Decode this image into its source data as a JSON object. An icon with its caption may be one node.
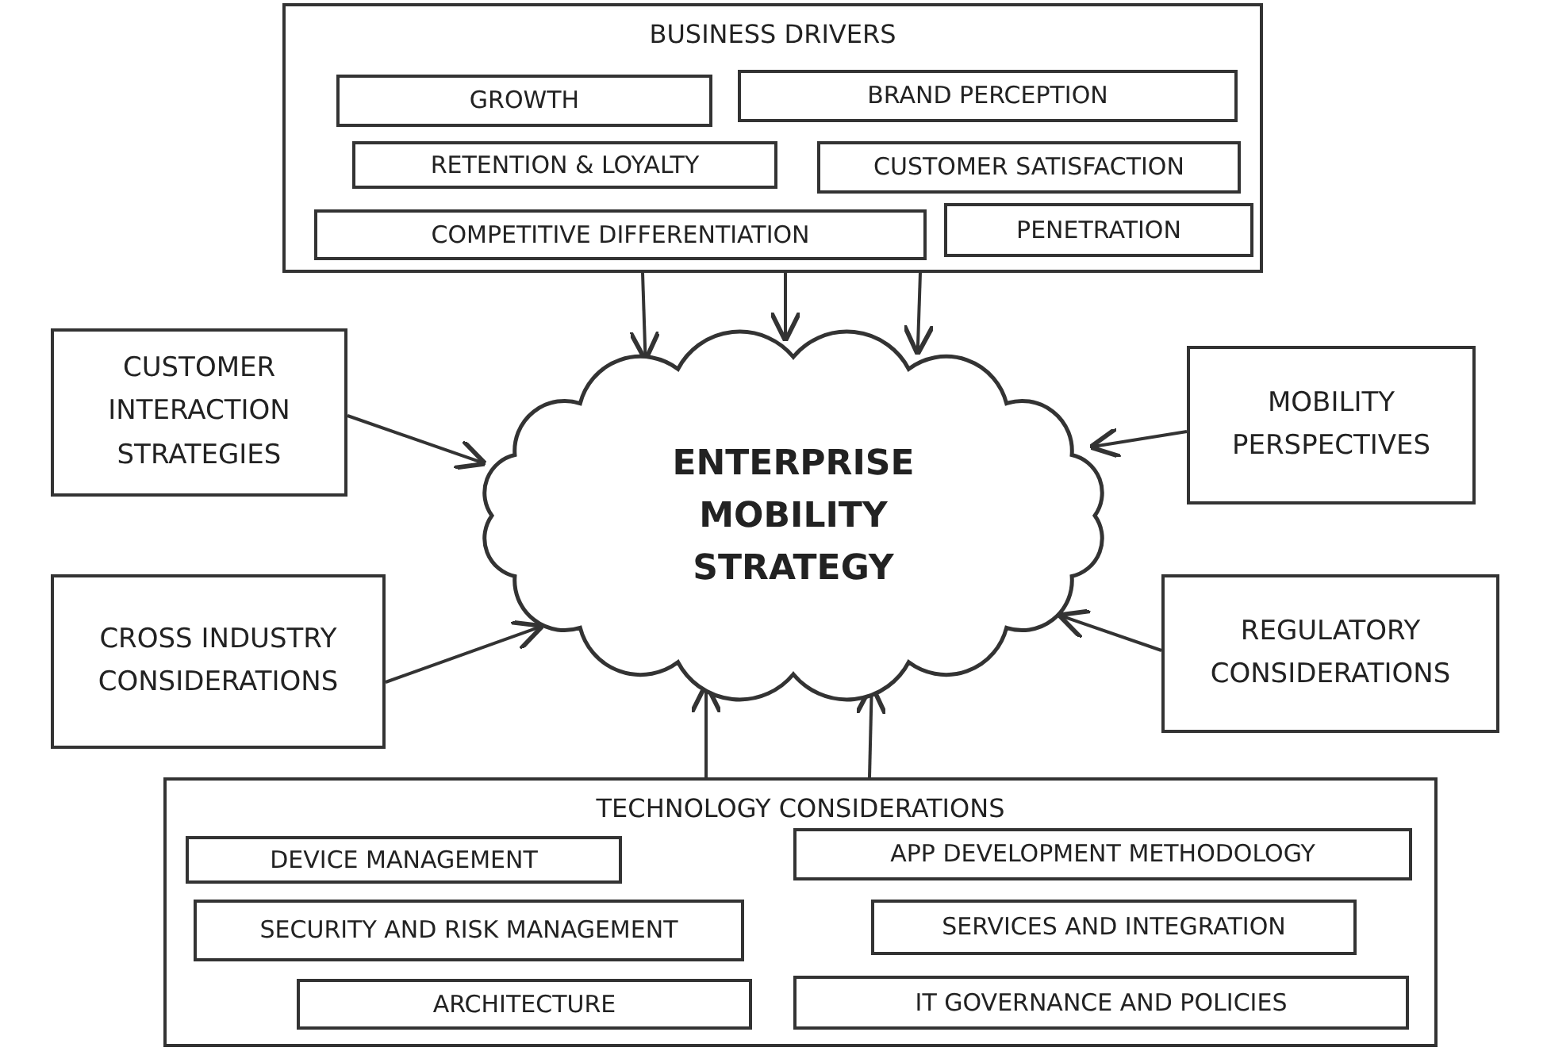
{
  "diagram": {
    "nodes": [
      {
        "text": [
          "BUSINESS DRIVERS"
        ]
      },
      {
        "text": [
          "GROWTH"
        ],
        "in": 0
      },
      {
        "text": [
          "BRAND PERCEPTION"
        ],
        "in": 0
      },
      {
        "text": [
          "RETENTION & LOYALTY"
        ],
        "in": 0
      },
      {
        "text": [
          "CUSTOMER SATISFACTION"
        ],
        "in": 0
      },
      {
        "text": [
          "COMPETITIVE DIFFERENTIATION"
        ],
        "in": 0
      },
      {
        "text": [
          "PENETRATION"
        ],
        "in": 0
      },
      {
        "text": [
          "CUSTOMER INTERACTION STRATEGIES"
        ]
      },
      {
        "text": [
          "ENTERPRISE MOBILITY STRATEGY"
        ]
      },
      {
        "text": [
          "MOBILITY PERSPECTIVES"
        ]
      },
      {
        "text": [
          "CROSS INDUSTRY CONSIDERATIONS"
        ]
      },
      {
        "text": [
          "REGULATORY CONSIDERATIONS"
        ]
      },
      {
        "text": [
          "TECHNOLOGY CONSIDERATIONS"
        ]
      },
      {
        "text": [
          "DEVICE MANAGEMENT"
        ],
        "in": 12
      },
      {
        "text": [
          "APP DEVELOPMENT METHODOLOGY"
        ],
        "in": 12
      },
      {
        "text": [
          "SECURITY AND RISK MANAGEMENT"
        ],
        "in": 12
      },
      {
        "text": [
          "SERVICES AND INTEGRATION"
        ],
        "in": 12
      },
      {
        "text": [
          "ARCHITECTURE"
        ],
        "in": 12
      },
      {
        "text": [
          "IT GOVERNANCE AND POLICIES"
        ],
        "in": 12
      }
    ],
    "edges": [
      {
        "from": 0,
        "to": 8,
        "arrow": "to"
      },
      {
        "from": 0,
        "to": 8,
        "arrow": "to"
      },
      {
        "from": 0,
        "to": 8,
        "arrow": "to"
      },
      {
        "from": 7,
        "to": 8,
        "arrow": "to"
      },
      {
        "from": 9,
        "to": 8,
        "arrow": "to"
      },
      {
        "from": 10,
        "to": 8,
        "arrow": "to"
      },
      {
        "from": 11,
        "to": 8,
        "arrow": "to"
      },
      {
        "from": 12,
        "to": 8,
        "arrow": "to"
      },
      {
        "from": 12,
        "to": 8,
        "arrow": "to"
      }
    ]
  }
}
